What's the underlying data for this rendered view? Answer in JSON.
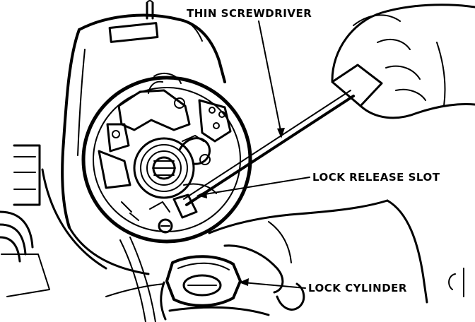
{
  "labels": {
    "screwdriver": "THIN SCREWDRIVER",
    "release_slot": "LOCK RELEASE SLOT",
    "cylinder": "LOCK CYLINDER"
  },
  "colors": {
    "ink": "#000000",
    "paper": "#ffffff"
  }
}
